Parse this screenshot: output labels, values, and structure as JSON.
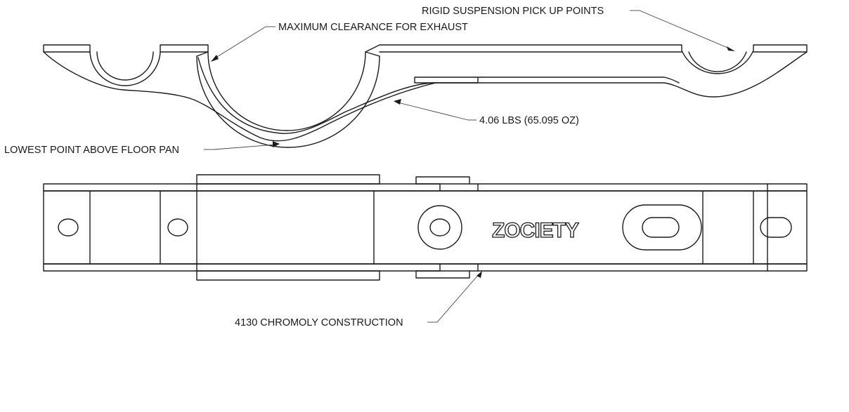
{
  "callouts": {
    "rigid_suspension": "RIGID SUSPENSION PICK UP POINTS",
    "max_clearance": "MAXIMUM CLEARANCE FOR EXHAUST",
    "weight": "4.06 LBS (65.095 OZ)",
    "lowest_point": "LOWEST POINT ABOVE FLOOR PAN",
    "material": "4130 CHROMOLY CONSTRUCTION"
  },
  "logo": {
    "text": "ZOCIETY"
  },
  "colors": {
    "line": "#1a1a1a",
    "background": "#ffffff"
  }
}
